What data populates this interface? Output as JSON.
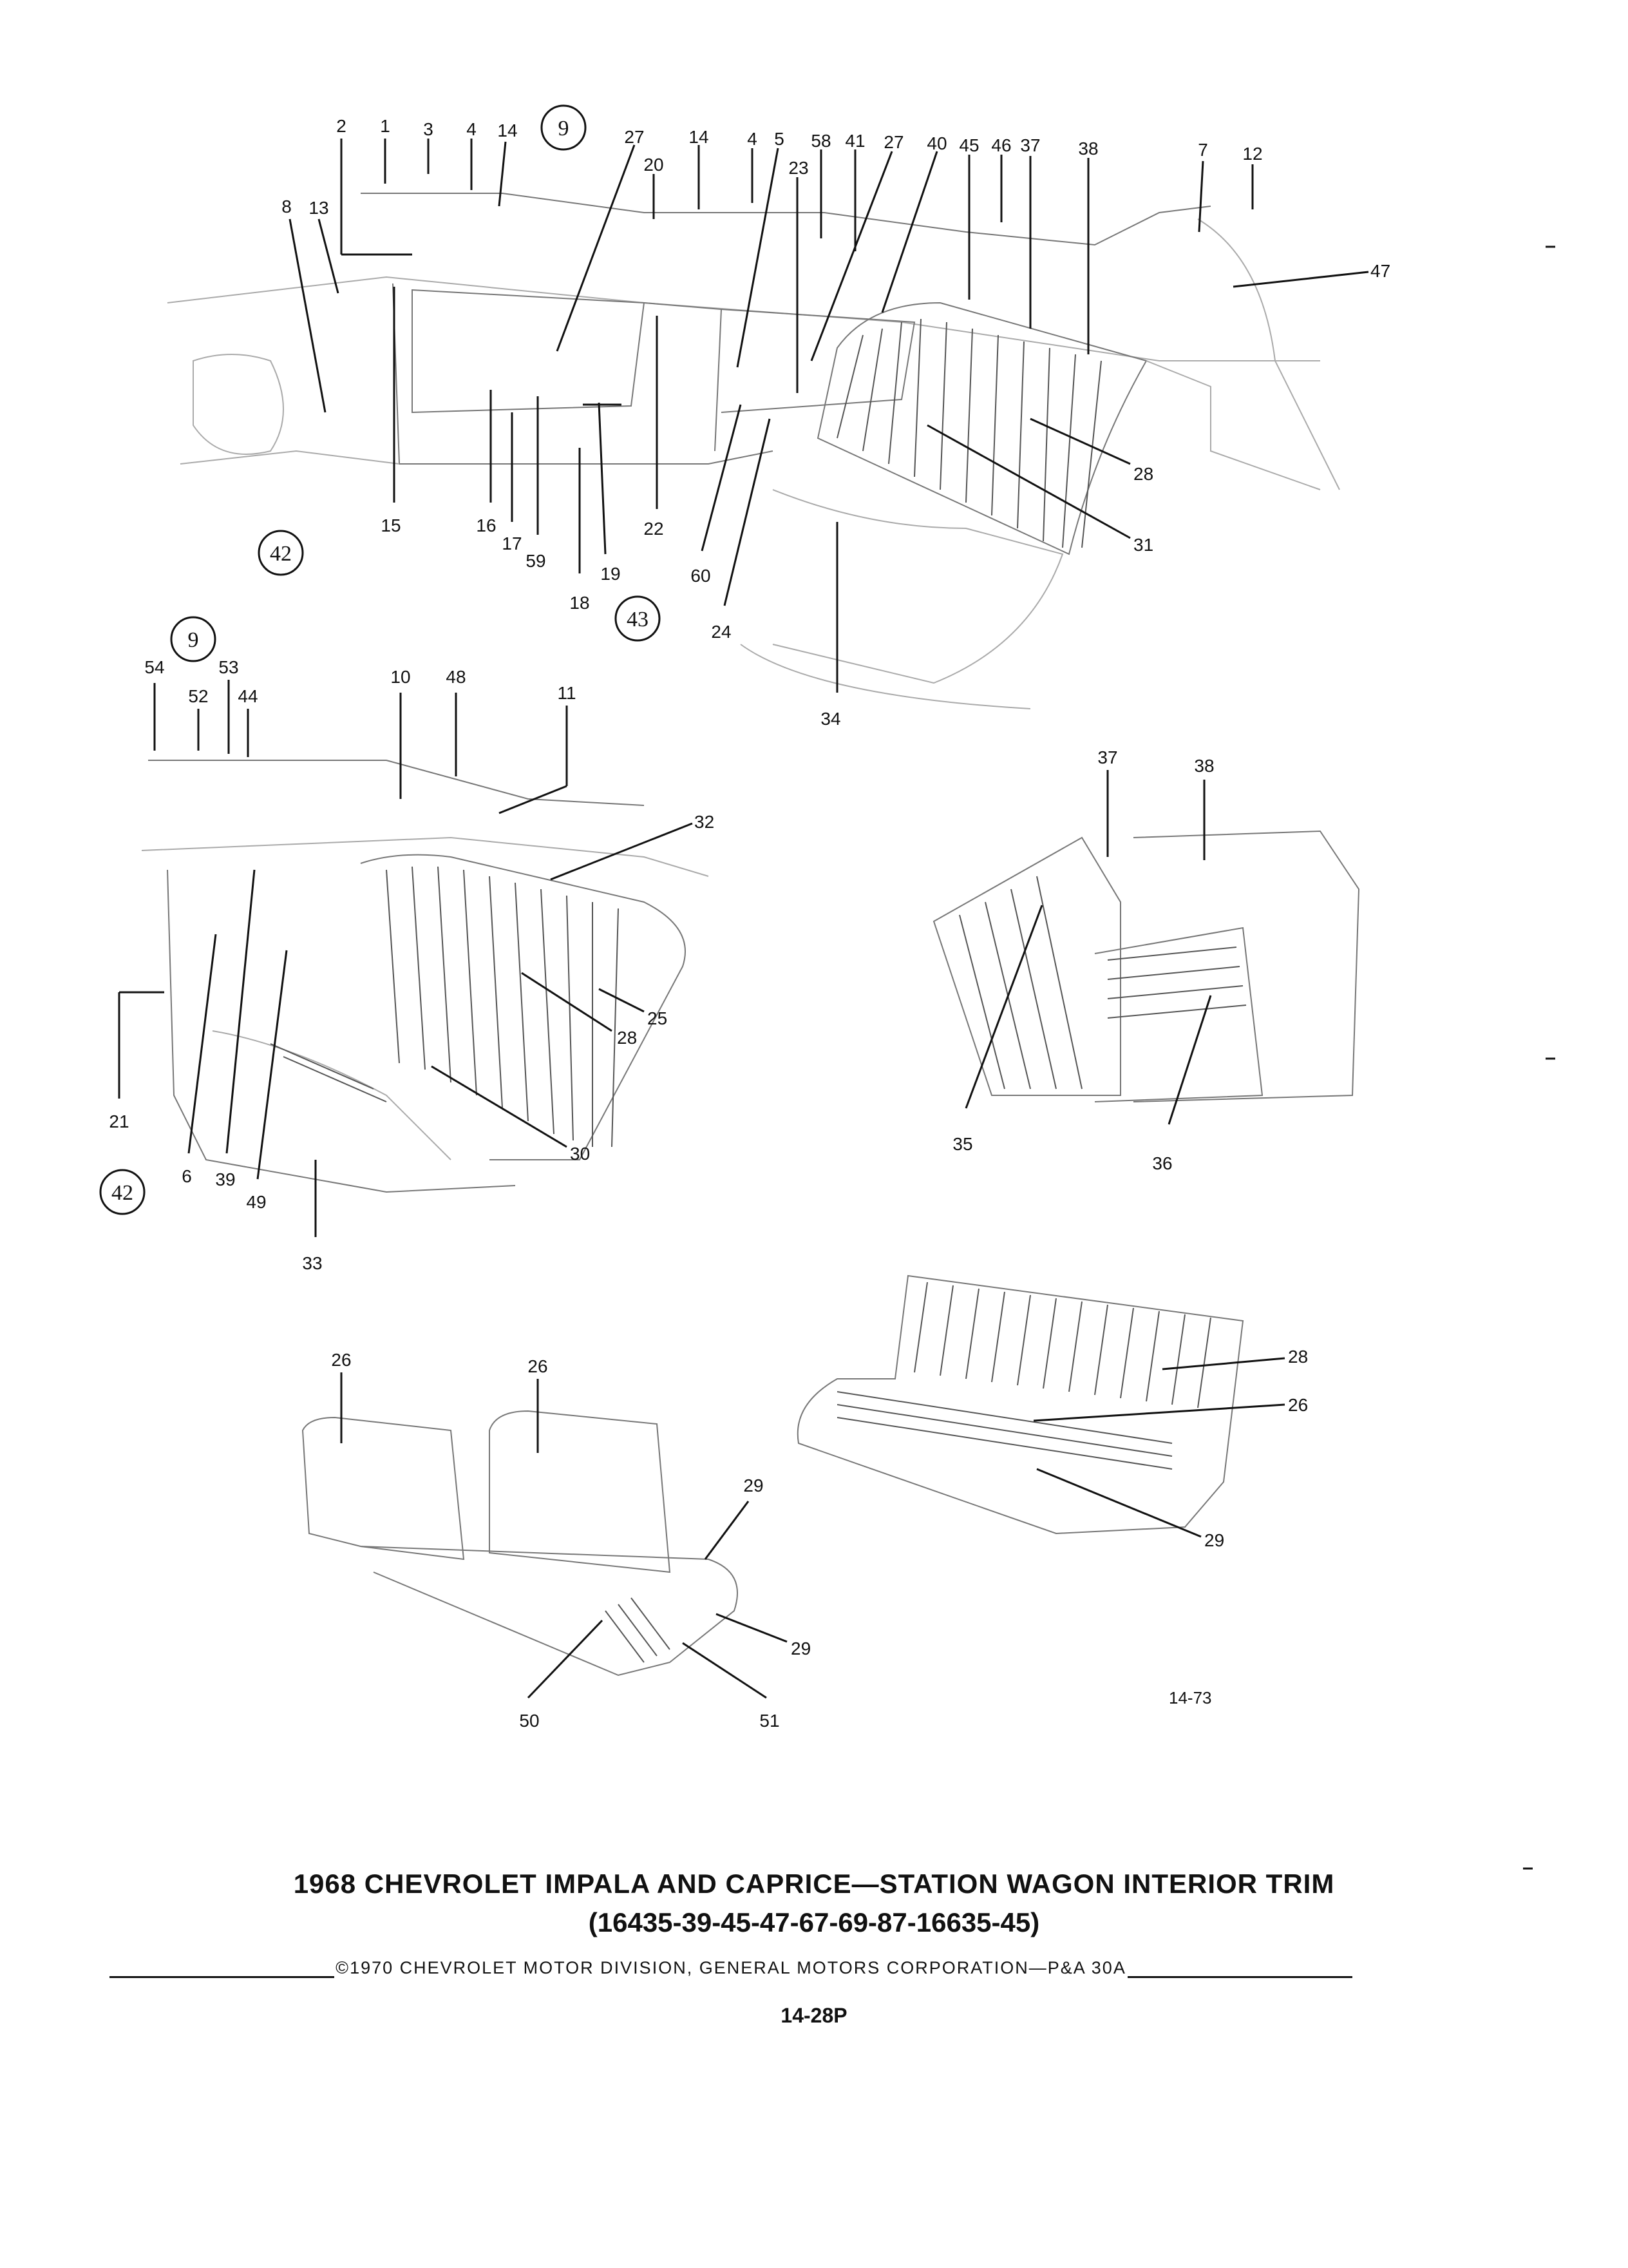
{
  "title": {
    "line1": "1968 CHEVROLET IMPALA AND CAPRICE—STATION WAGON INTERIOR TRIM",
    "line2": "(16435-39-45-47-67-69-87-16635-45)"
  },
  "copyright": "©1970 CHEVROLET MOTOR DIVISION, GENERAL MOTORS CORPORATION—P&A 30A",
  "page_number": "14-28P",
  "figure_code": "14-73",
  "section_refs": [
    {
      "label": "9"
    },
    {
      "label": "42"
    },
    {
      "label": "43"
    },
    {
      "label": "9"
    },
    {
      "label": "42"
    }
  ],
  "callouts": {
    "top": [
      "2",
      "1",
      "3",
      "4",
      "14",
      "27",
      "14",
      "4",
      "5",
      "58",
      "41",
      "27",
      "40",
      "45",
      "46",
      "37",
      "38",
      "7",
      "12",
      "8",
      "13",
      "20",
      "23",
      "47",
      "28",
      "31",
      "15",
      "16",
      "17",
      "59",
      "18",
      "19",
      "22",
      "60",
      "24",
      "34"
    ],
    "middle_left": [
      "54",
      "53",
      "52",
      "44",
      "10",
      "48",
      "11",
      "32",
      "25",
      "28",
      "30",
      "21",
      "6",
      "39",
      "49",
      "33"
    ],
    "middle_right": [
      "37",
      "38",
      "35",
      "36"
    ],
    "bottom_left": [
      "26",
      "26",
      "29",
      "29",
      "50",
      "51"
    ],
    "bottom_right": [
      "28",
      "26",
      "29"
    ]
  }
}
